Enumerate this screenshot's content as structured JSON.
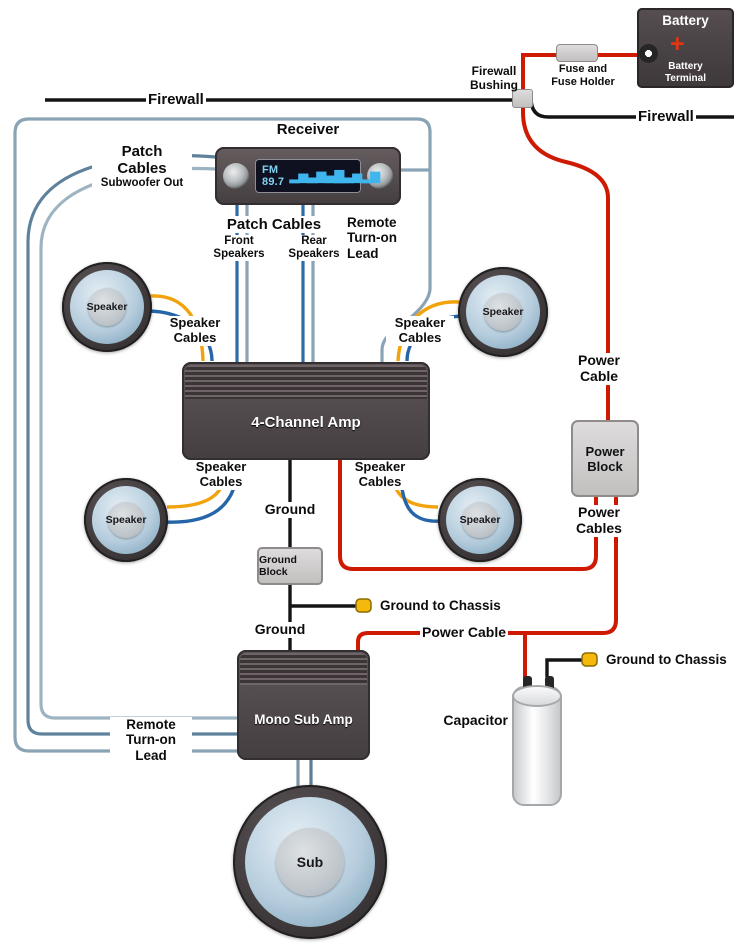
{
  "colors": {
    "wire_power": "#ce1a02",
    "wire_ground": "#151515",
    "wire_speaker_yellow": "#f2a30c",
    "wire_speaker_blue": "#2565a8",
    "wire_patch_blue": "#2e6ca6",
    "wire_patch_gray": "#8aa4b6",
    "component_dark": "#4f4749",
    "block_gray": "#d2d0d0",
    "connector_yellow": "#f5b80c"
  },
  "battery": {
    "label": "Battery",
    "plus": "+",
    "terminal": {
      "line1": "Battery",
      "line2": "Terminal"
    }
  },
  "fuse": {
    "line1": "Fuse and",
    "line2": "Fuse Holder"
  },
  "bushing": {
    "line1": "Firewall",
    "line2": "Bushing"
  },
  "firewall": {
    "left": "Firewall",
    "right": "Firewall"
  },
  "receiver": {
    "label": "Receiver",
    "station": "FM 89.7",
    "bars": "▂▅▃▆▄▇▃▅▂▆"
  },
  "patch_sub": {
    "line1": "Patch",
    "line2": "Cables",
    "line3": "Subwoofer Out"
  },
  "patch_center": {
    "title": "Patch Cables",
    "front1": "Front",
    "front2": "Speakers",
    "rear1": "Rear",
    "rear2": "Speakers"
  },
  "remote_lead": {
    "line1": "Remote",
    "line2": "Turn-on",
    "line3": "Lead"
  },
  "speaker": {
    "label": "Speaker",
    "cables1": "Speaker",
    "cables2": "Cables"
  },
  "amp4": {
    "label": "4-Channel Amp"
  },
  "mono_amp": {
    "label": "Mono Sub Amp"
  },
  "sub": {
    "label": "Sub"
  },
  "power": {
    "cable1": "Power",
    "cable2": "Cable",
    "block1": "Power",
    "block2": "Block",
    "cables1": "Power",
    "cables2": "Cables",
    "cable_mono": "Power Cable"
  },
  "ground": {
    "label": "Ground",
    "block": "Ground Block",
    "to_chassis": "Ground to Chassis"
  },
  "capacitor": {
    "label": "Capacitor"
  }
}
